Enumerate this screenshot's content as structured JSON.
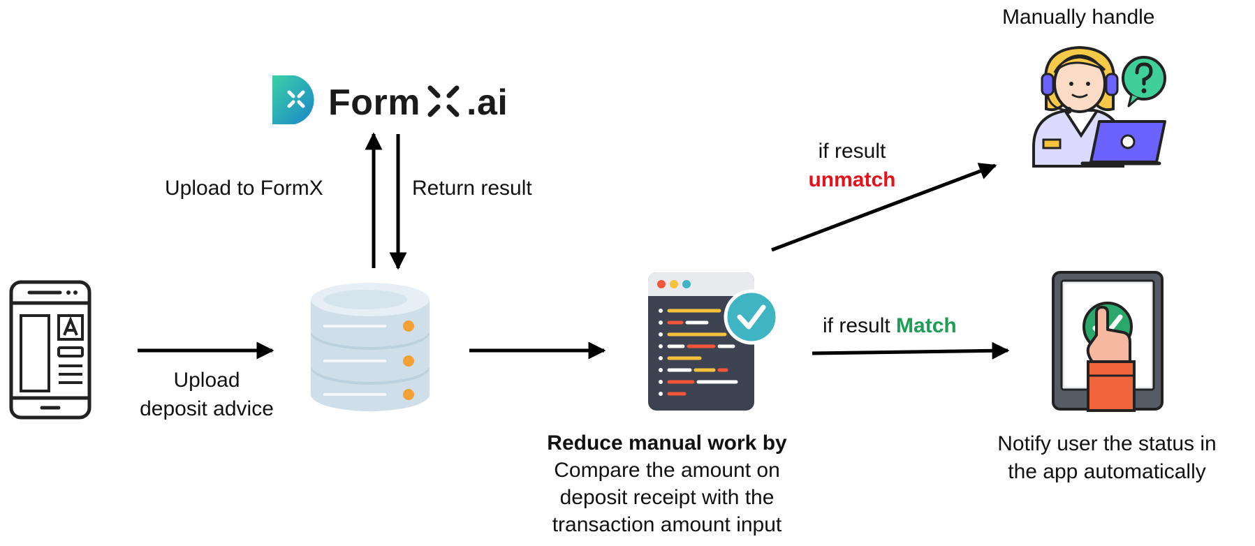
{
  "logo": {
    "part1": "Form",
    "part2": ".ai"
  },
  "labels": {
    "upload_to_formx": "Upload to FormX",
    "return_result": "Return result",
    "upload_deposit_line1": "Upload",
    "upload_deposit_line2": "deposit advice",
    "manually_handle": "Manually handle",
    "if_result_unmatch_prefix": "if result",
    "unmatch": "unmatch",
    "if_result_match_prefix": "if result ",
    "match": "Match",
    "reduce_title": "Reduce manual work by",
    "reduce_line1": "Compare the amount on",
    "reduce_line2": "deposit receipt with the",
    "reduce_line3": "transaction amount input",
    "notify_line1": "Notify user the status in",
    "notify_line2": "the app automatically"
  },
  "colors": {
    "logo_teal": "#2ec4b6",
    "logo_blue": "#1e88c8",
    "unmatch_red": "#e3121b",
    "match_green": "#1f9d55",
    "db_body": "#cfdfe9",
    "db_light": "#e6eff5",
    "db_dot": "#f5a033",
    "code_bg": "#3d4350",
    "check_teal": "#3fb5c4",
    "agent_hair": "#f7c948",
    "laptop_purple": "#6c63ff",
    "tablet_frame": "#555c66",
    "hand_sleeve": "#f0643c"
  },
  "icons": [
    "phone-app-icon",
    "database-icon",
    "code-check-icon",
    "support-agent-icon",
    "tablet-approve-icon",
    "formx-logo-icon"
  ]
}
